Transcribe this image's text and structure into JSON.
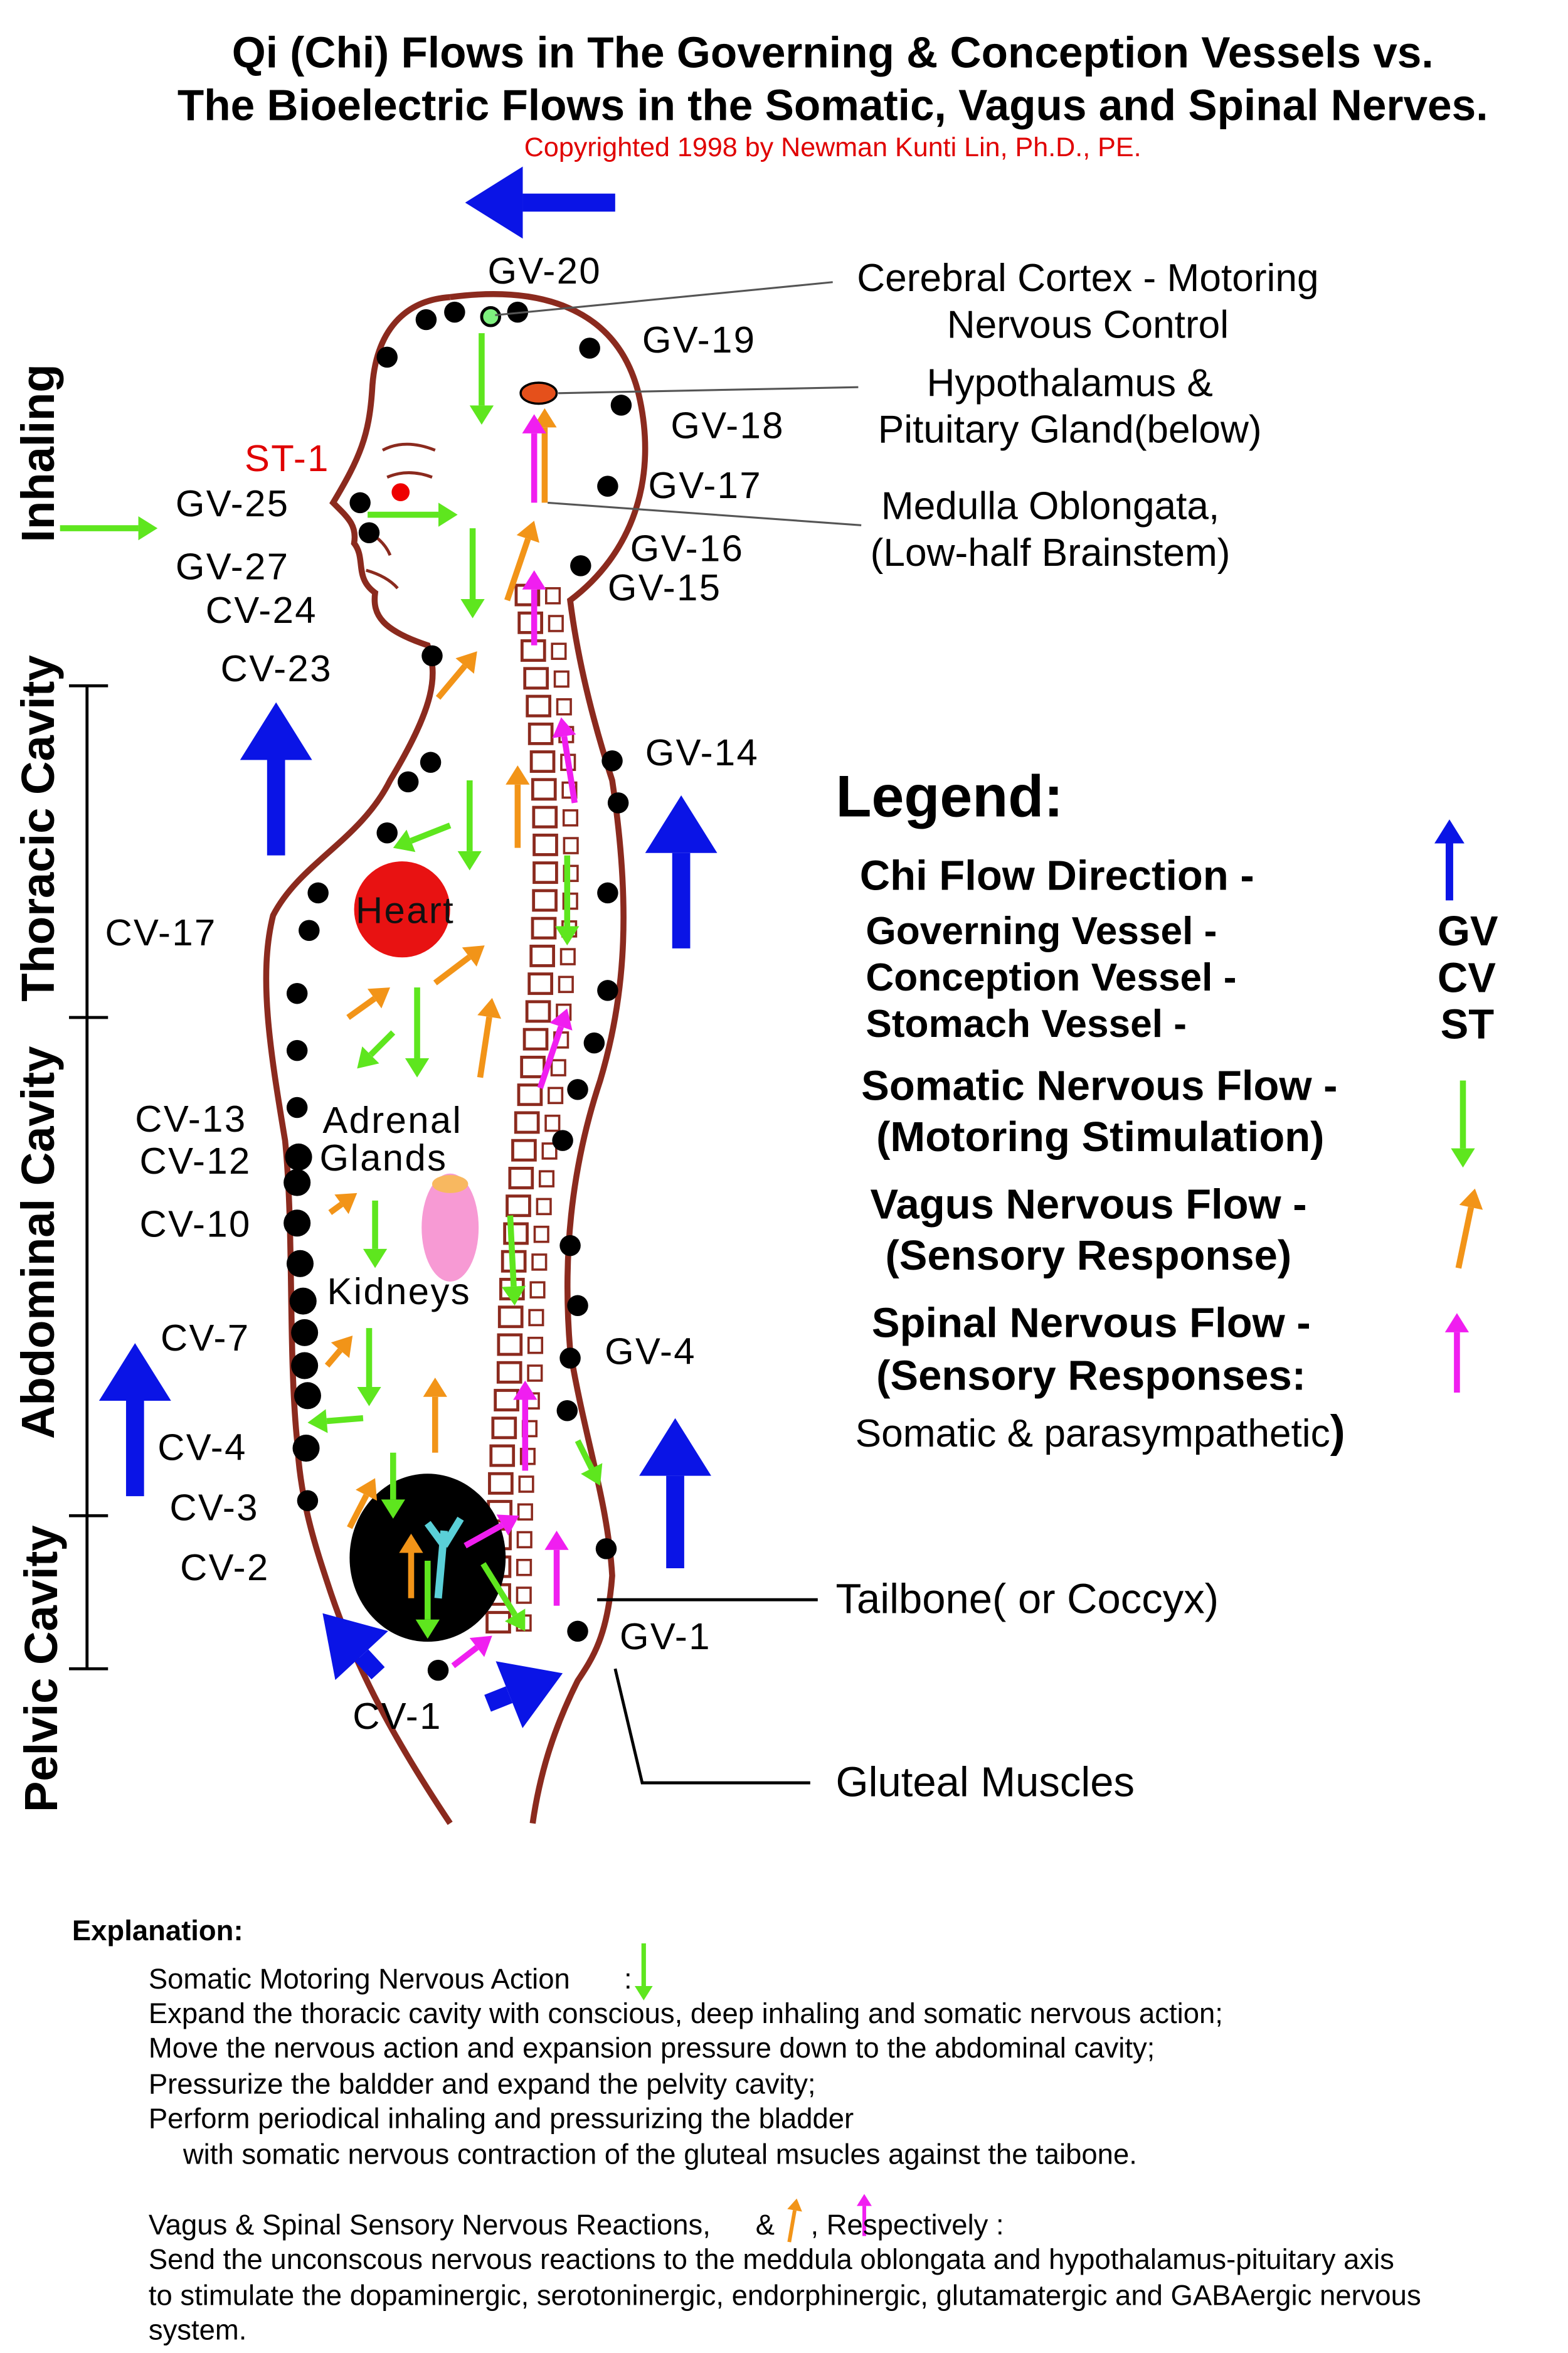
{
  "title": {
    "line1": "Qi (Chi) Flows in The Governing & Conception Vessels vs.",
    "line2": "The Bioelectric Flows in the Somatic, Vagus and Spinal Nerves.",
    "copyright": "Copyrighted 1998 by Newman Kunti Lin, Ph.D., PE."
  },
  "regions": {
    "inhaling": "Inhaling",
    "thoracic": "Thoracic Cavity",
    "abdominal": "Abdominal Cavity",
    "pelvic": "Pelvic Cavity"
  },
  "points": {
    "gv20": "GV-20",
    "gv19": "GV-19",
    "gv18": "GV-18",
    "gv17": "GV-17",
    "gv16": "GV-16",
    "gv15": "GV-15",
    "gv14": "GV-14",
    "gv4": "GV-4",
    "gv1": "GV-1",
    "st1": "ST-1",
    "gv25": "GV-25",
    "gv27": "GV-27",
    "cv24": "CV-24",
    "cv23": "CV-23",
    "cv17": "CV-17",
    "cv13": "CV-13",
    "cv12": "CV-12",
    "cv10": "CV-10",
    "cv7": "CV-7",
    "cv4": "CV-4",
    "cv3": "CV-3",
    "cv2": "CV-2",
    "cv1": "CV-1"
  },
  "organs": {
    "heart": "Heart",
    "adrenal1": "Adrenal",
    "adrenal2": "Glands",
    "kidneys": "Kidneys"
  },
  "callouts": {
    "cortex1": "Cerebral Cortex - Motoring",
    "cortex2": "Nervous Control",
    "hypo1": "Hypothalamus &",
    "hypo2": "Pituitary Gland(below)",
    "medulla1": "Medulla Oblongata,",
    "medulla2": "(Low-half Brainstem)",
    "tailbone": "Tailbone( or Coccyx)",
    "gluteal": "Gluteal Muscles"
  },
  "legend": {
    "title": "Legend:",
    "chi": "Chi Flow Direction -",
    "gv": "Governing Vessel -",
    "gv_abbr": "GV",
    "cv": "Conception Vessel -",
    "cv_abbr": "CV",
    "st": "Stomach Vessel -",
    "st_abbr": "ST",
    "somatic1": "Somatic Nervous Flow -",
    "somatic2": "(Motoring Stimulation)",
    "vagus1": "Vagus Nervous Flow -",
    "vagus2": "(Sensory Response)",
    "spinal1": "Spinal Nervous Flow -",
    "spinal2": "(Sensory Responses:",
    "spinal3": "Somatic & parasympathetic",
    "spinal3_end": ")"
  },
  "explanation": {
    "heading": "Explanation:",
    "somatic_head": "Somatic Motoring Nervous Action",
    "somatic_colon": ":",
    "lines1": [
      "Expand the thoracic cavity with conscious, deep inhaling and somatic nervous action;",
      "Move the nervous action and expansion pressure down to the abdominal cavity;",
      "Pressurize the baldder and expand the pelvity cavity;",
      "Perform periodical inhaling and pressurizing the bladder",
      "with somatic nervous contraction of the gluteal msucles against the taibone."
    ],
    "vagus_head": "Vagus & Spinal Sensory Nervous Reactions,",
    "amp": "&",
    "resp": ", Respectively :",
    "lines2": [
      "Send the unconscous nervous reactions to the meddula oblongata and hypothalamus-pituitary axis",
      "to stimulate the dopaminergic, serotoninergic, endorphinergic, glutamatergic and GABAergic nervous",
      "system."
    ]
  },
  "colors": {
    "chi": "#0a14e6",
    "somatic": "#5ee61e",
    "vagus": "#f29418",
    "spinal": "#f01ef0",
    "outline": "#8b2a1e",
    "heart": "#e81212",
    "title_red": "#e00000"
  }
}
